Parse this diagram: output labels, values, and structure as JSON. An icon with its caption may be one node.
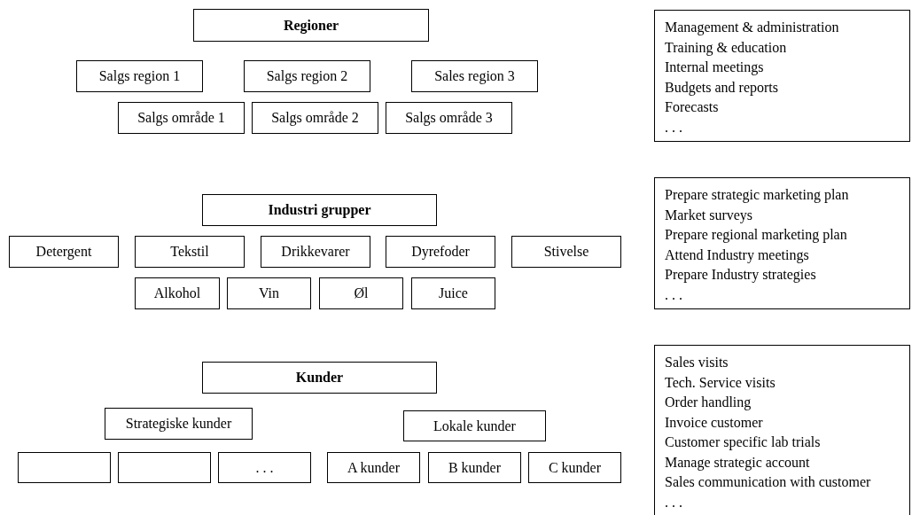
{
  "diagram": {
    "nodes": [
      {
        "text": [
          "Regioner"
        ]
      },
      {
        "text": [
          "Management & administration",
          "Training & education",
          "Internal meetings",
          "Budgets and reports",
          "Forecasts",
          ". . ."
        ]
      },
      {
        "text": [
          "Salgs region 1"
        ]
      },
      {
        "text": [
          "Salgs region 2"
        ]
      },
      {
        "text": [
          "Sales region 3"
        ]
      },
      {
        "text": [
          "Salgs område 1"
        ]
      },
      {
        "text": [
          "Salgs område 2"
        ]
      },
      {
        "text": [
          "Salgs område 3"
        ]
      },
      {
        "text": [
          "Industri grupper"
        ]
      },
      {
        "text": [
          "Prepare strategic marketing plan",
          "Market surveys",
          "Prepare regional marketing plan",
          "Attend Industry meetings",
          "Prepare Industry strategies",
          ". . ."
        ]
      },
      {
        "text": [
          "Detergent"
        ]
      },
      {
        "text": [
          "Tekstil"
        ]
      },
      {
        "text": [
          "Drikkevarer"
        ]
      },
      {
        "text": [
          "Dyrefoder"
        ]
      },
      {
        "text": [
          "Stivelse"
        ]
      },
      {
        "text": [
          "Alkohol"
        ]
      },
      {
        "text": [
          "Vin"
        ]
      },
      {
        "text": [
          "Øl"
        ]
      },
      {
        "text": [
          "Juice"
        ]
      },
      {
        "text": [
          "Kunder"
        ]
      },
      {
        "text": [
          "Sales visits",
          "Tech. Service visits",
          "Order handling",
          "Invoice customer",
          "Customer specific lab trials",
          "Manage strategic account",
          "Sales communication with customer",
          ". . ."
        ]
      },
      {
        "text": [
          "Strategiske kunder"
        ]
      },
      {
        "text": [
          "Lokale kunder"
        ]
      },
      {
        "text": [],
        "shape": "box"
      },
      {
        "text": [],
        "shape": "box"
      },
      {
        "text": [
          ". . ."
        ]
      },
      {
        "text": [
          "A kunder"
        ]
      },
      {
        "text": [
          "B kunder"
        ]
      },
      {
        "text": [
          "C kunder"
        ]
      }
    ]
  }
}
